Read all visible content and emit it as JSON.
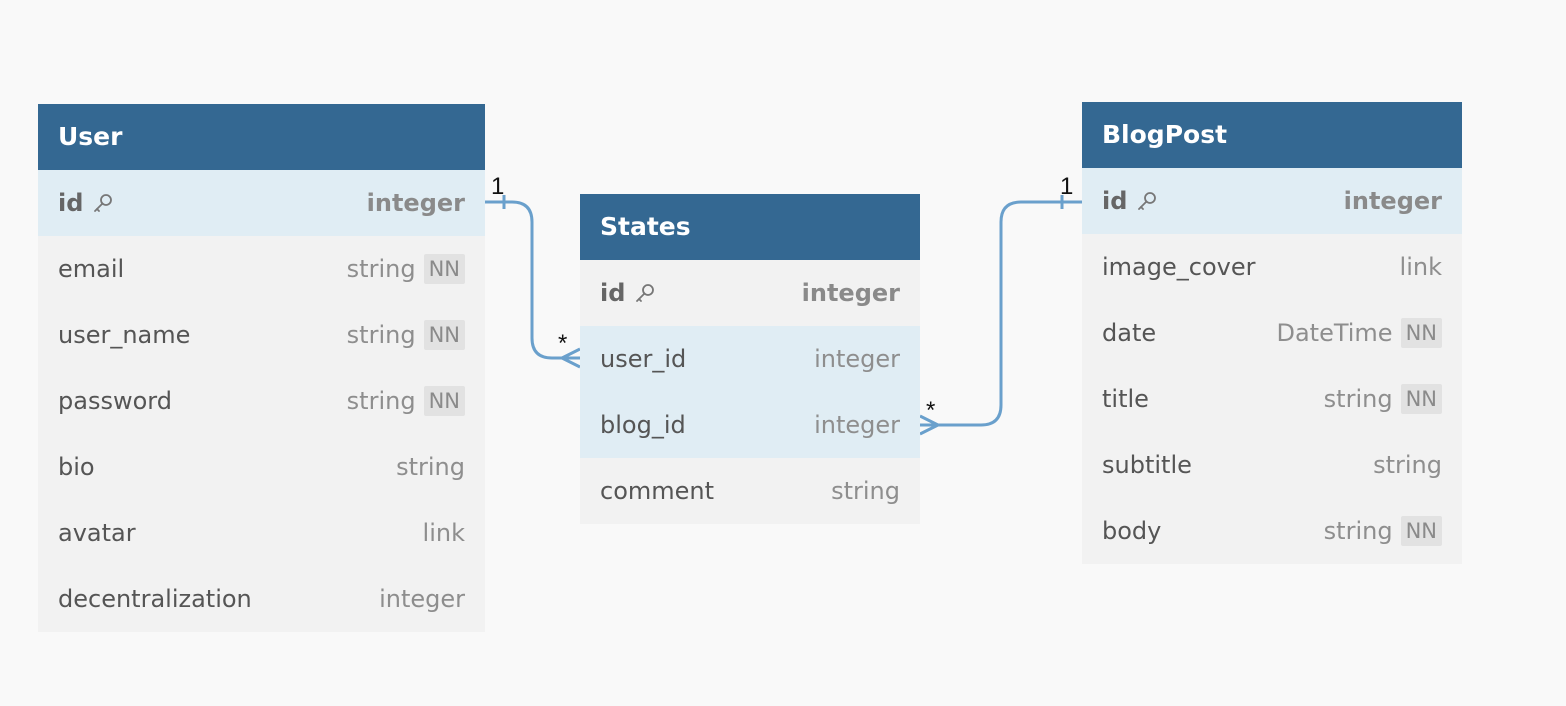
{
  "tables": {
    "user": {
      "title": "User",
      "rows": [
        {
          "name": "id",
          "type": "integer",
          "nn": ""
        },
        {
          "name": "email",
          "type": "string",
          "nn": "NN"
        },
        {
          "name": "user_name",
          "type": "string",
          "nn": "NN"
        },
        {
          "name": "password",
          "type": "string",
          "nn": "NN"
        },
        {
          "name": "bio",
          "type": "string",
          "nn": ""
        },
        {
          "name": "avatar",
          "type": "link",
          "nn": ""
        },
        {
          "name": "decentralization",
          "type": "integer",
          "nn": ""
        }
      ]
    },
    "states": {
      "title": "States",
      "rows": [
        {
          "name": "id",
          "type": "integer",
          "nn": ""
        },
        {
          "name": "user_id",
          "type": "integer",
          "nn": ""
        },
        {
          "name": "blog_id",
          "type": "integer",
          "nn": ""
        },
        {
          "name": "comment",
          "type": "string",
          "nn": ""
        }
      ]
    },
    "blogpost": {
      "title": "BlogPost",
      "rows": [
        {
          "name": "id",
          "type": "integer",
          "nn": ""
        },
        {
          "name": "image_cover",
          "type": "link",
          "nn": ""
        },
        {
          "name": "date",
          "type": "DateTime",
          "nn": "NN"
        },
        {
          "name": "title",
          "type": "string",
          "nn": "NN"
        },
        {
          "name": "subtitle",
          "type": "string",
          "nn": ""
        },
        {
          "name": "body",
          "type": "string",
          "nn": "NN"
        }
      ]
    }
  },
  "relations": {
    "user_states": {
      "from_card": "1",
      "to_card": "*"
    },
    "blogpost_states": {
      "from_card": "1",
      "to_card": "*"
    }
  },
  "colors": {
    "header": "#346892",
    "highlight": "#e0edf4",
    "connector": "#6aa0cc",
    "background": "#f9f9f9"
  }
}
